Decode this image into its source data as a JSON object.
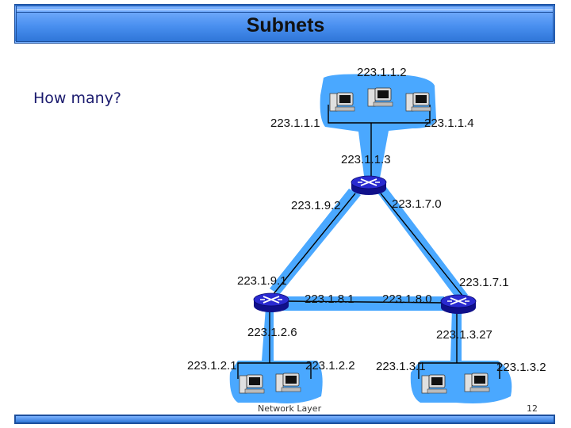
{
  "slide": {
    "title": "Subnets",
    "question": "How many?",
    "footer_left": "Network Layer",
    "page_number": "12"
  },
  "addresses": {
    "a223_1_1_2": "223.1.1.2",
    "a223_1_1_1": "223.1.1.1",
    "a223_1_1_4": "223.1.1.4",
    "a223_1_1_3": "223.1.1.3",
    "a223_1_9_2": "223.1.9.2",
    "a223_1_7_0": "223.1.7.0",
    "a223_1_9_1": "223.1.9.1",
    "a223_1_7_1": "223.1.7.1",
    "a223_1_8_1": "223.1.8.1",
    "a223_1_8_0": "223.1.8.0",
    "a223_1_2_6": "223.1.2.6",
    "a223_1_3_27": "223.1.3.27",
    "a223_1_2_1": "223.1.2.1",
    "a223_1_2_2": "223.1.2.2",
    "a223_1_3_1": "223.1.3.1",
    "a223_1_3_2": "223.1.3.2"
  },
  "colors": {
    "subnet_highlight": "#4aa8ff",
    "router": "#1a1ab8",
    "title_bar": "#4a90f0"
  }
}
